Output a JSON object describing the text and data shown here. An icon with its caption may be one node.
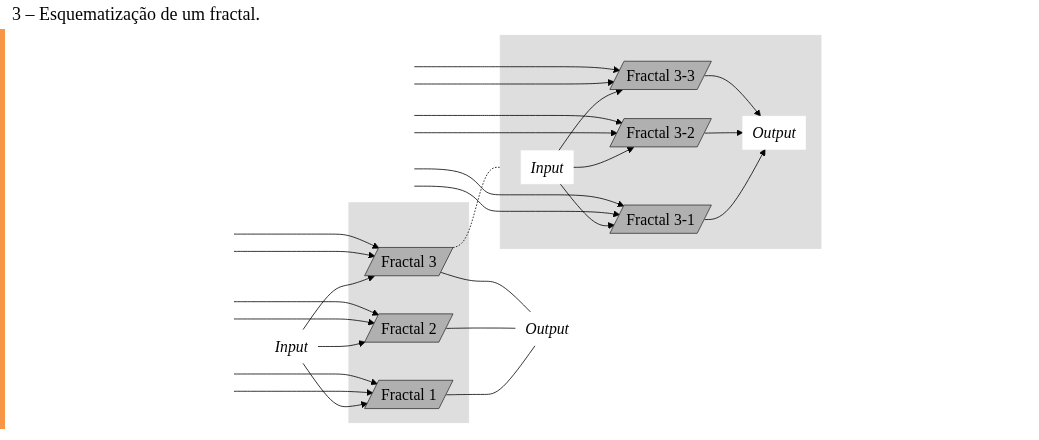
{
  "diagram": {
    "caption": "3 – Esquematização de um fractal.",
    "nodes": [
      {
        "text": [],
        "shape": "box"
      },
      {
        "text": [
          "Input"
        ]
      },
      {
        "text": [
          "Fractal 1"
        ],
        "in": 0
      },
      {
        "text": [
          "Fractal 2"
        ],
        "in": 0
      },
      {
        "text": [
          "Fractal 3"
        ],
        "in": 0
      },
      {
        "text": [
          "Output"
        ]
      },
      {
        "text": [],
        "shape": "box"
      },
      {
        "text": [
          "Input"
        ],
        "in": 6
      },
      {
        "text": [
          "Fractal 3-1"
        ],
        "in": 6
      },
      {
        "text": [
          "Fractal 3-2"
        ],
        "in": 6
      },
      {
        "text": [
          "Fractal 3-3"
        ],
        "in": 6
      },
      {
        "text": [
          "Output"
        ],
        "in": 6
      }
    ],
    "edges": [
      {
        "from": 1,
        "to": 2,
        "arrow": "to"
      },
      {
        "from": 1,
        "to": 3,
        "arrow": "to"
      },
      {
        "from": 1,
        "to": 4,
        "arrow": "to"
      },
      {
        "from": 2,
        "to": 5,
        "arrow": "none"
      },
      {
        "from": 3,
        "to": 5,
        "arrow": "none"
      },
      {
        "from": 4,
        "to": 5,
        "arrow": "none"
      },
      {
        "from": null,
        "to": 2,
        "arrow": "to"
      },
      {
        "from": null,
        "to": 3,
        "arrow": "to"
      },
      {
        "from": null,
        "to": 4,
        "arrow": "to"
      },
      {
        "from": null,
        "to": 2,
        "arrow": "to"
      },
      {
        "from": null,
        "to": 3,
        "arrow": "to"
      },
      {
        "from": null,
        "to": 4,
        "arrow": "to"
      },
      {
        "from": 4,
        "to": 6,
        "arrow": "none",
        "style": "dashed"
      },
      {
        "from": 7,
        "to": 8,
        "arrow": "to"
      },
      {
        "from": 7,
        "to": 9,
        "arrow": "to"
      },
      {
        "from": 7,
        "to": 10,
        "arrow": "to"
      },
      {
        "from": 8,
        "to": 11,
        "arrow": "to"
      },
      {
        "from": 9,
        "to": 11,
        "arrow": "to"
      },
      {
        "from": 10,
        "to": 11,
        "arrow": "to"
      },
      {
        "from": null,
        "to": 8,
        "arrow": "to"
      },
      {
        "from": null,
        "to": 9,
        "arrow": "to"
      },
      {
        "from": null,
        "to": 10,
        "arrow": "to"
      },
      {
        "from": null,
        "to": 8,
        "arrow": "to"
      },
      {
        "from": null,
        "to": 9,
        "arrow": "to"
      },
      {
        "from": null,
        "to": 10,
        "arrow": "to"
      }
    ]
  }
}
